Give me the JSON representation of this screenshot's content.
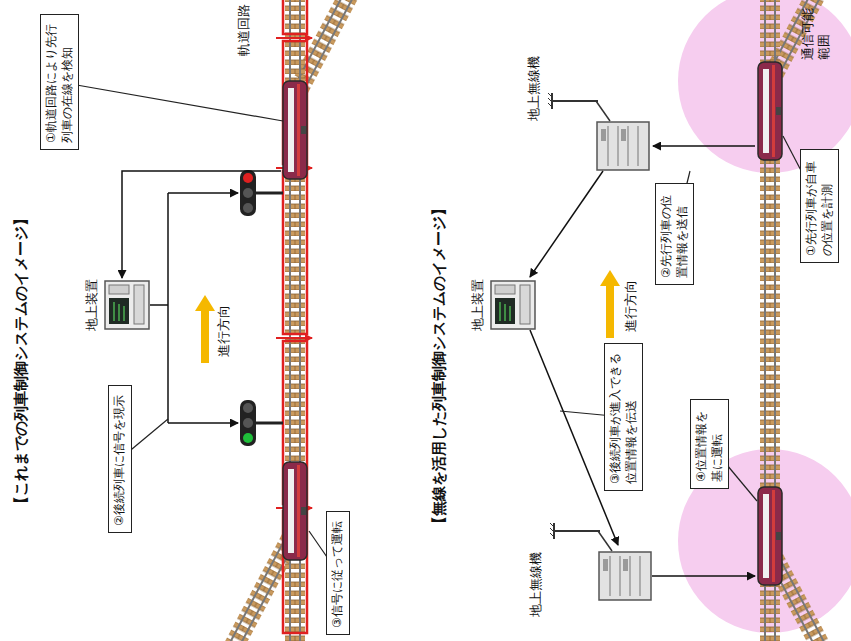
{
  "diagram": {
    "nodes": [
      {
        "text": [
          "①軌道回路により先行列車の在線を検知"
        ]
      },
      {
        "text": [
          "②後続列車に信号を現示"
        ]
      },
      {
        "text": [
          "③信号に従って運転"
        ]
      },
      {
        "text": [
          "②先行列車の位置情報を送信"
        ]
      },
      {
        "text": [
          "①先行列車が自車の位置を計測"
        ]
      },
      {
        "text": [
          "③後続列車が進入できる位置情報を伝送"
        ]
      },
      {
        "text": [
          "④位置情報を基に運転"
        ]
      }
    ],
    "labels": [
      "【これまでの列車制御システムのイメージ】",
      "軌道回路",
      "地上装置",
      "進行方向",
      "【無線を活用した列車制御システムのイメージ】",
      "地上無線機",
      "通信可能範囲",
      "進行方向",
      "地上装置",
      "地上無線機"
    ]
  }
}
